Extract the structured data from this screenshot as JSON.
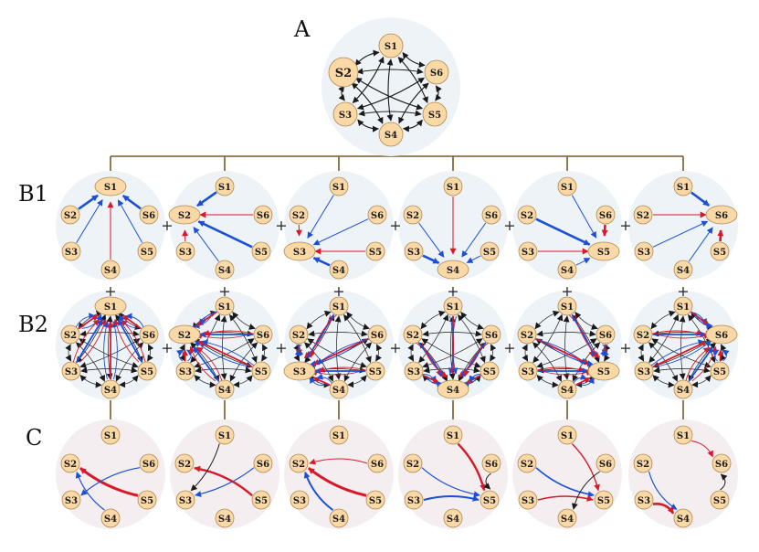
{
  "labels": {
    "section_a": "A",
    "section_b1": "B1",
    "section_b2": "B2",
    "section_c": "C",
    "plus": "+"
  },
  "nodes": [
    "S1",
    "S2",
    "S3",
    "S4",
    "S5",
    "S6"
  ],
  "b1_highlight": [
    "S1",
    "S2",
    "S3",
    "S4",
    "S5",
    "S6"
  ],
  "colors": {
    "node_fill": "#fbd9a6",
    "node_stroke": "#b08850",
    "panel_blue": "#eef3f8",
    "panel_pink": "#f4eef1",
    "tree_line": "#7a5a2a",
    "edge_black": "#1a1a1a",
    "edge_blue": "#1b4fd6",
    "edge_red": "#d61a2a"
  }
}
